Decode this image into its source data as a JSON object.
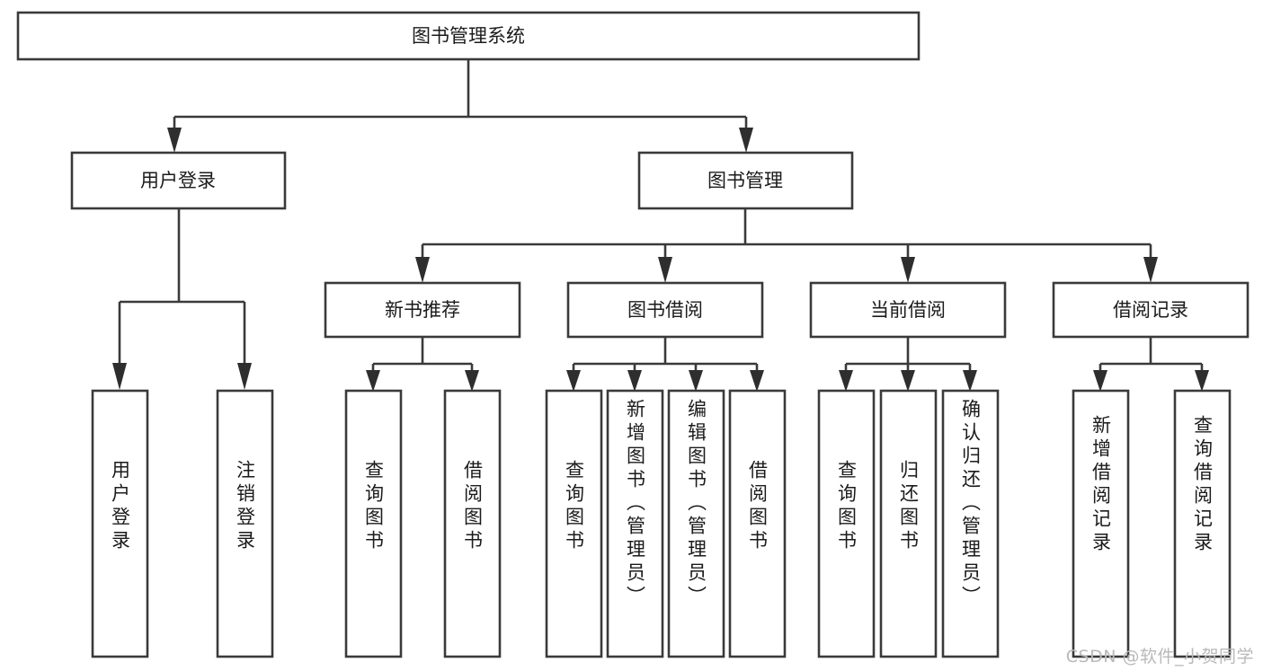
{
  "diagram": {
    "type": "tree-hierarchy-chart",
    "title": "图书管理系统",
    "root": {
      "id": "root",
      "label": "图书管理系统"
    },
    "level1": [
      {
        "id": "user-login",
        "label": "用户登录"
      },
      {
        "id": "book-manage",
        "label": "图书管理"
      }
    ],
    "level2": [
      {
        "id": "new-book-recommend",
        "label": "新书推荐",
        "parent": "book-manage"
      },
      {
        "id": "book-borrow",
        "label": "图书借阅",
        "parent": "book-manage"
      },
      {
        "id": "current-borrow",
        "label": "当前借阅",
        "parent": "book-manage"
      },
      {
        "id": "borrow-record",
        "label": "借阅记录",
        "parent": "book-manage"
      }
    ],
    "leaves": [
      {
        "id": "leaf-user-login",
        "label": "用户登录",
        "parent": "user-login"
      },
      {
        "id": "leaf-logout-login",
        "label": "注销登录",
        "parent": "user-login"
      },
      {
        "id": "leaf-query-book-1",
        "label": "查询图书",
        "parent": "new-book-recommend"
      },
      {
        "id": "leaf-borrow-book-1",
        "label": "借阅图书",
        "parent": "new-book-recommend"
      },
      {
        "id": "leaf-query-book-2",
        "label": "查询图书",
        "parent": "book-borrow"
      },
      {
        "id": "leaf-add-book",
        "label": "新增图书（管理员）",
        "parent": "book-borrow"
      },
      {
        "id": "leaf-edit-book",
        "label": "编辑图书（管理员）",
        "parent": "book-borrow"
      },
      {
        "id": "leaf-borrow-book-2",
        "label": "借阅图书",
        "parent": "book-borrow"
      },
      {
        "id": "leaf-query-book-3",
        "label": "查询图书",
        "parent": "current-borrow"
      },
      {
        "id": "leaf-return-book",
        "label": "归还图书",
        "parent": "current-borrow"
      },
      {
        "id": "leaf-confirm-return",
        "label": "确认归还（管理员）",
        "parent": "current-borrow"
      },
      {
        "id": "leaf-add-record",
        "label": "新增借阅记录",
        "parent": "borrow-record"
      },
      {
        "id": "leaf-query-record",
        "label": "查询借阅记录",
        "parent": "borrow-record"
      }
    ],
    "colors": {
      "box_stroke": "#3a3a3a",
      "box_fill": "#ffffff",
      "text": "#1b1b1b",
      "connector": "#3a3a3a",
      "background": "#ffffff",
      "watermark": "#b9b9b9"
    }
  },
  "watermark": {
    "text": "CSDN @软件_小贺同学"
  }
}
